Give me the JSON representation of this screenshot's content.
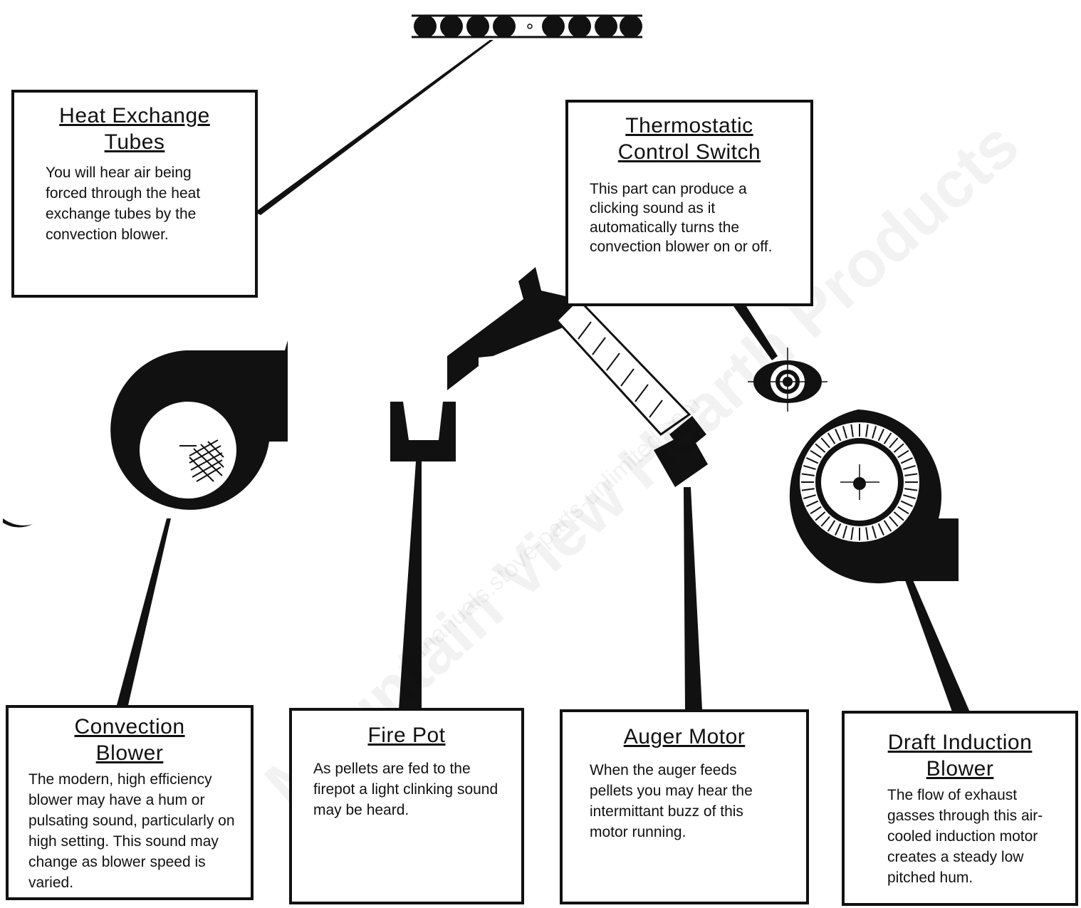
{
  "watermark": {
    "brand": "Mountain View Hearth Products",
    "url": "manuals.stove-parts-unlimited.com"
  },
  "labels": {
    "heat_exchange_tubes": {
      "title_lines": [
        "Heat Exchange",
        "Tubes"
      ],
      "body": "You will hear air being forced through the heat exchange tubes by the convection blower."
    },
    "thermostatic_control_switch": {
      "title_lines": [
        "Thermostatic",
        "Control Switch"
      ],
      "body": "This part can produce a clicking sound as it automatically turns the convection blower on or off."
    },
    "convection_blower": {
      "title_lines": [
        "Convection",
        "Blower"
      ],
      "body": "The modern, high efficiency blower may have a hum or pulsating sound, particularly on high setting. This sound may change as blower speed is varied."
    },
    "fire_pot": {
      "title_lines": [
        "Fire Pot"
      ],
      "body": "As pellets are fed to the firepot a light clinking sound may be heard."
    },
    "auger_motor": {
      "title_lines": [
        "Auger Motor"
      ],
      "body": "When the auger feeds pellets you may hear the intermittant buzz of this motor running."
    },
    "draft_induction_blower": {
      "title_lines": [
        "Draft Induction",
        "Blower"
      ],
      "body": "The flow of exhaust gasses through this air-cooled induction motor creates a steady low pitched hum."
    }
  }
}
